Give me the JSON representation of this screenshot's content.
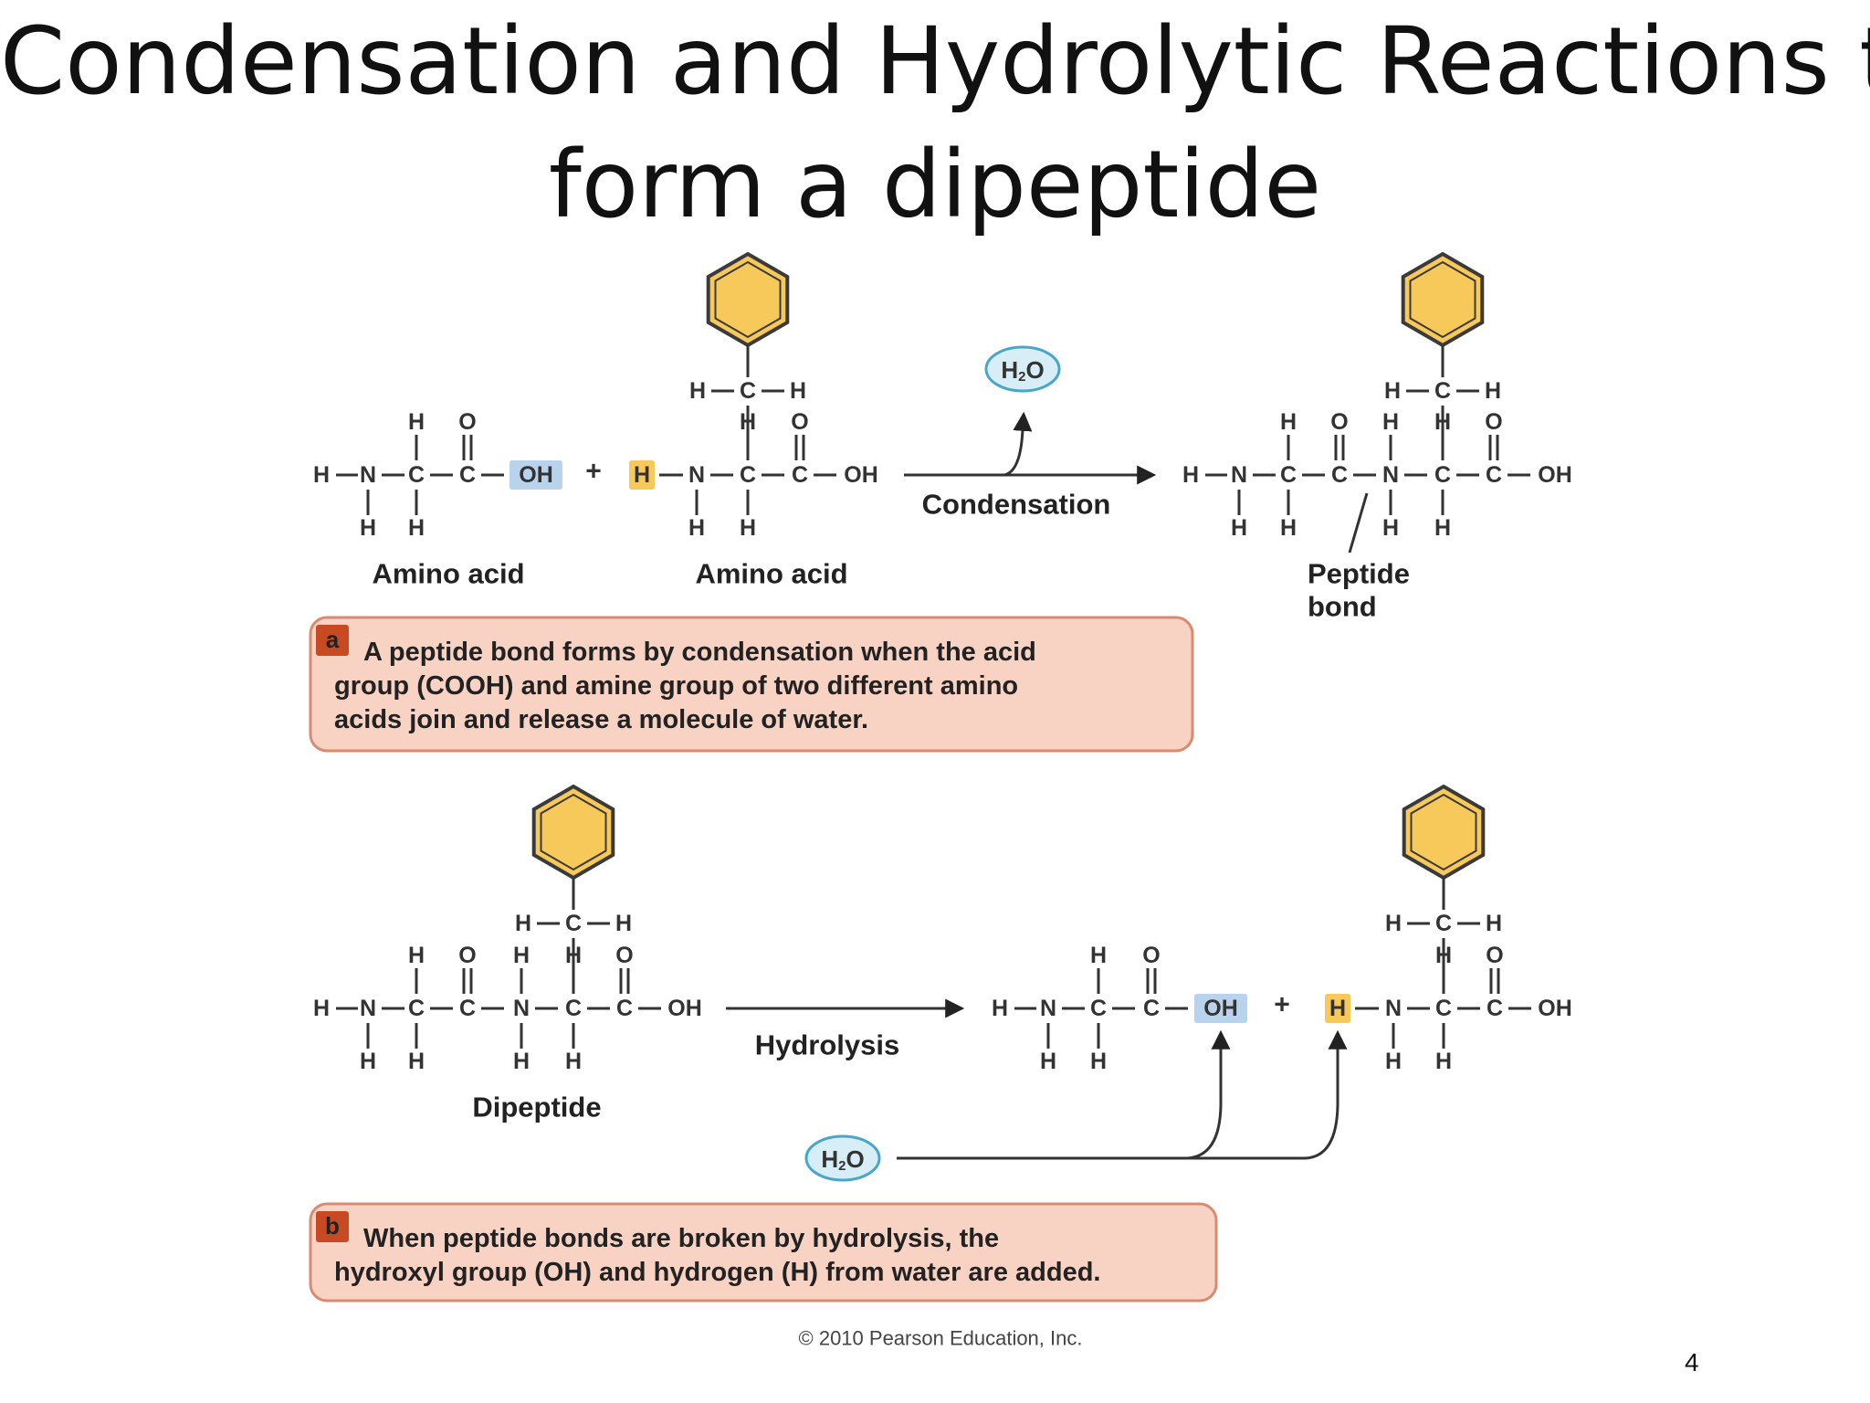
{
  "title_line1": "Condensation and Hydrolytic Reactions to",
  "title_line2": "form a dipeptide",
  "colors": {
    "ring_fill": "#f7c85a",
    "ring_stroke": "#3a3a3a",
    "h_highlight": "#f7c85a",
    "oh_highlight": "#b9d3ec",
    "water_fill": "#d7eef7",
    "water_stroke": "#4aa6c9",
    "caption_fill": "#f8d2c3",
    "caption_stroke": "#d98b72",
    "badge": "#c74a22"
  },
  "atoms": {
    "H": "H",
    "N": "N",
    "C": "C",
    "O": "O",
    "OH": "OH",
    "plus": "+"
  },
  "water": {
    "h": "H",
    "sub": "2",
    "o": "O"
  },
  "panel_a": {
    "reactant1_label": "Amino acid",
    "reactant2_label": "Amino acid",
    "arrow_label": "Condensation",
    "peptide_bond_line1": "Peptide",
    "peptide_bond_line2": "bond",
    "badge": "a",
    "caption": [
      "A peptide bond forms by condensation when the acid",
      "group (COOH) and amine group of two different amino",
      "acids join and release a molecule of water."
    ]
  },
  "panel_b": {
    "dipeptide_label": "Dipeptide",
    "arrow_label": "Hydrolysis",
    "badge": "b",
    "caption": [
      "When peptide bonds are broken by hydrolysis, the",
      "hydroxyl group (OH) and hydrogen (H) from water are added."
    ]
  },
  "copyright": "© 2010 Pearson Education, Inc.",
  "page_number": "4"
}
